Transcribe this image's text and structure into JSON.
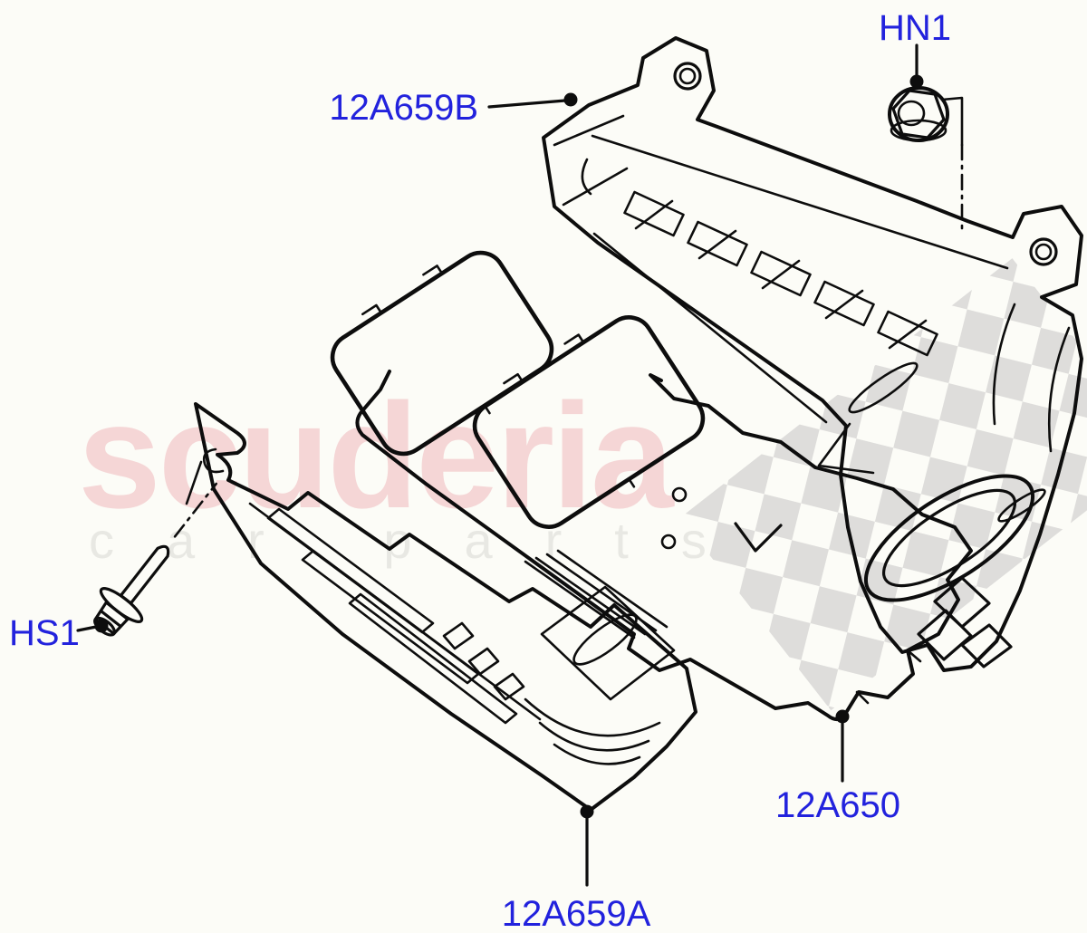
{
  "theme": {
    "background": "#fcfcf7",
    "line_color": "#0d0d0d",
    "label_color": "#2222dd",
    "watermark_pink": "#f5d6d6",
    "watermark_gray": "#e8e8e3",
    "checker_gray": "#dedddb"
  },
  "watermark": {
    "brand": "scuderia",
    "tagline": "car parts"
  },
  "callouts": {
    "upper_cover_label": "12A659B",
    "nut_label": "HN1",
    "screw_label": "HS1",
    "module_label": "12A650",
    "lower_cover_label": "12A659A"
  }
}
